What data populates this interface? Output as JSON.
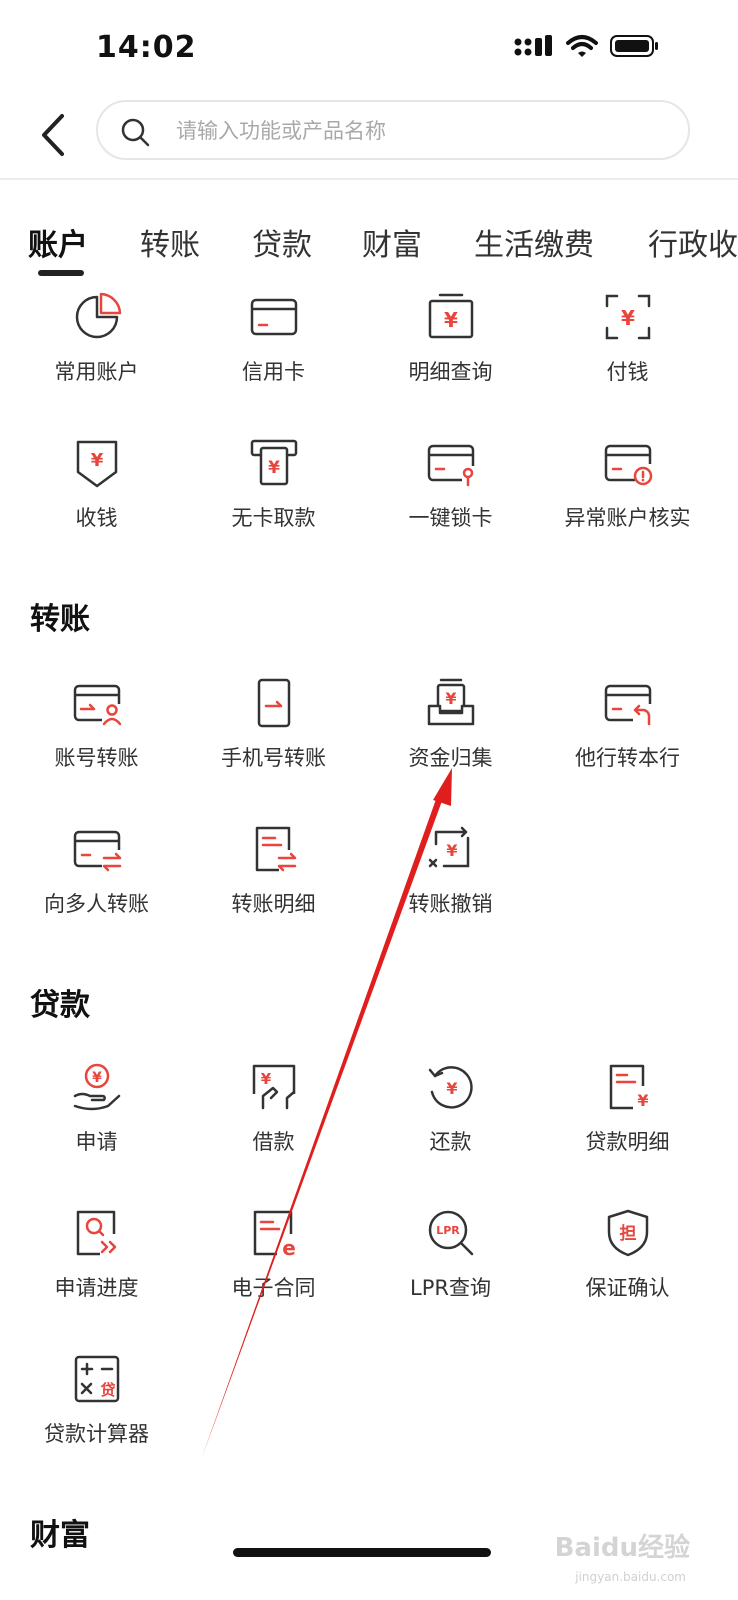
{
  "status_bar": {
    "time": "14:02"
  },
  "search": {
    "placeholder": "请输入功能或产品名称"
  },
  "tabs": [
    "账户",
    "转账",
    "贷款",
    "财富",
    "生活缴费",
    "行政收"
  ],
  "sections": {
    "account": {
      "items": [
        {
          "label": "常用账户",
          "icon": "pie-chart-icon"
        },
        {
          "label": "信用卡",
          "icon": "credit-card-icon"
        },
        {
          "label": "明细查询",
          "icon": "receipt-yuan-icon"
        },
        {
          "label": "付钱",
          "icon": "scan-pay-icon"
        },
        {
          "label": "收钱",
          "icon": "receive-money-icon"
        },
        {
          "label": "无卡取款",
          "icon": "atm-withdraw-icon"
        },
        {
          "label": "一键锁卡",
          "icon": "card-lock-icon"
        },
        {
          "label": "异常账户核实",
          "icon": "card-alert-icon"
        }
      ]
    },
    "transfer": {
      "title": "转账",
      "items": [
        {
          "label": "账号转账",
          "icon": "account-transfer-icon"
        },
        {
          "label": "手机号转账",
          "icon": "phone-transfer-icon"
        },
        {
          "label": "资金归集",
          "icon": "fund-collect-icon"
        },
        {
          "label": "他行转本行",
          "icon": "card-return-icon"
        },
        {
          "label": "向多人转账",
          "icon": "multi-transfer-icon"
        },
        {
          "label": "转账明细",
          "icon": "transfer-detail-icon"
        },
        {
          "label": "转账撤销",
          "icon": "transfer-revoke-icon"
        }
      ]
    },
    "loan": {
      "title": "贷款",
      "items": [
        {
          "label": "申请",
          "icon": "apply-loan-icon"
        },
        {
          "label": "借款",
          "icon": "borrow-icon"
        },
        {
          "label": "还款",
          "icon": "repay-icon"
        },
        {
          "label": "贷款明细",
          "icon": "loan-detail-icon"
        },
        {
          "label": "申请进度",
          "icon": "apply-progress-icon"
        },
        {
          "label": "电子合同",
          "icon": "e-contract-icon"
        },
        {
          "label": "LPR查询",
          "icon": "lpr-search-icon"
        },
        {
          "label": "保证确认",
          "icon": "guarantee-shield-icon"
        },
        {
          "label": "贷款计算器",
          "icon": "loan-calculator-icon"
        }
      ]
    },
    "wealth": {
      "title": "财富"
    }
  },
  "watermark": {
    "text": "Baidu经验",
    "sub": "jingyan.baidu.com"
  },
  "colors": {
    "accent": "#e8453c",
    "icon_stroke": "#333333"
  }
}
